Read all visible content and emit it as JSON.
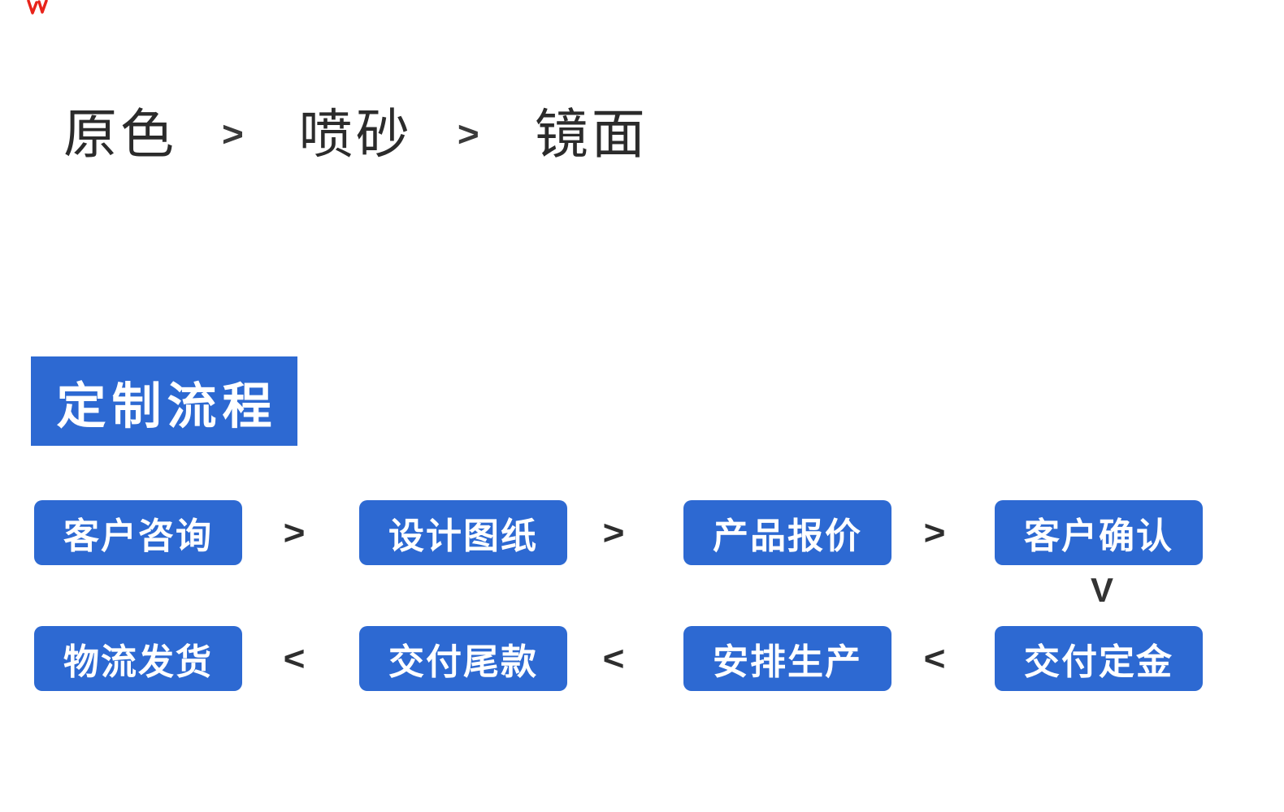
{
  "colors": {
    "accent_blue": "#2d69d2",
    "text_dark": "#2b2b2b",
    "arrow_dark": "#2e2e2e",
    "red_mark": "#e8231a",
    "banner_text": "#ffffff"
  },
  "finish": {
    "items": [
      "原色",
      "喷砂",
      "镜面"
    ],
    "separator": ">"
  },
  "section": {
    "title": "定制流程"
  },
  "flow": {
    "row1": {
      "steps": [
        "客户咨询",
        "设计图纸",
        "产品报价",
        "客户确认"
      ],
      "separator": ">"
    },
    "connector": "V",
    "row2": {
      "steps": [
        "物流发货",
        "交付尾款",
        "安排生产",
        "交付定金"
      ],
      "separator": "<"
    }
  }
}
